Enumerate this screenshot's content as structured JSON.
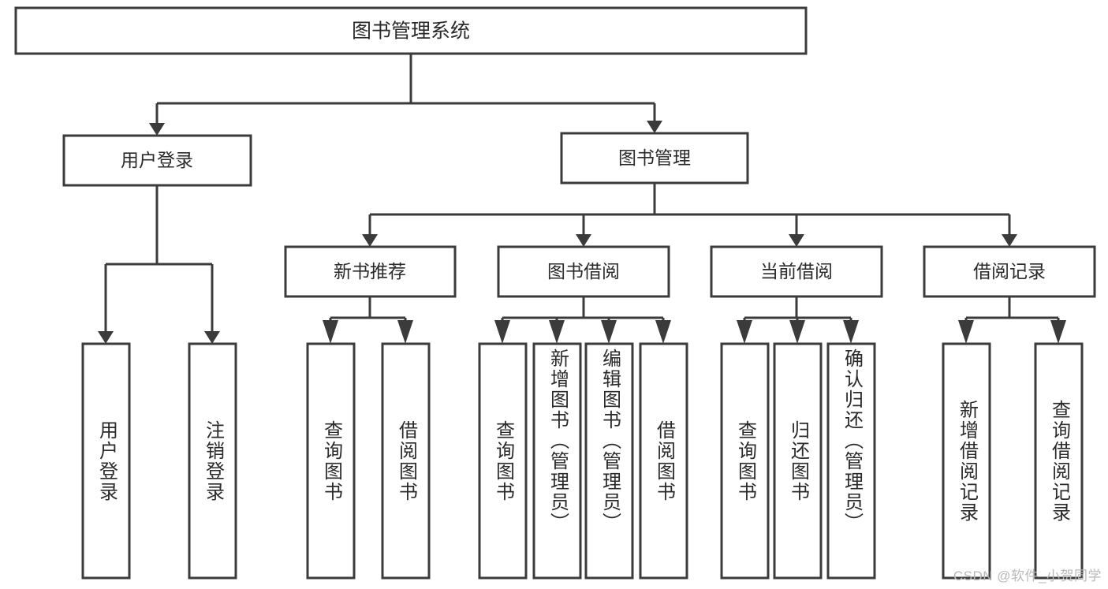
{
  "diagram": {
    "type": "hierarchy-tree",
    "title": "图书管理系统",
    "orientation": "top-down",
    "colors": {
      "box_stroke": "#3b3b3b",
      "box_fill": "#ffffff",
      "text": "#2a2a2a",
      "background": "#ffffff",
      "watermark": "#b9b9b9"
    },
    "root": {
      "label": "图书管理系统",
      "level": 1
    },
    "level2": [
      {
        "label": "用户登录",
        "level": 2
      },
      {
        "label": "图书管理",
        "level": 2
      }
    ],
    "level3": [
      {
        "label": "新书推荐",
        "level": 3,
        "parent": "图书管理"
      },
      {
        "label": "图书借阅",
        "level": 3,
        "parent": "图书管理"
      },
      {
        "label": "当前借阅",
        "level": 3,
        "parent": "图书管理"
      },
      {
        "label": "借阅记录",
        "level": 3,
        "parent": "图书管理"
      }
    ],
    "leaves": [
      {
        "label": "用户登录",
        "parent": "用户登录",
        "group": 0
      },
      {
        "label": "注销登录",
        "parent": "用户登录",
        "group": 0
      },
      {
        "label": "查询图书",
        "parent": "新书推荐",
        "group": 1
      },
      {
        "label": "借阅图书",
        "parent": "新书推荐",
        "group": 1
      },
      {
        "label": "查询图书",
        "parent": "图书借阅",
        "group": 2
      },
      {
        "label": "新增图书（管理员）",
        "parent": "图书借阅",
        "group": 2
      },
      {
        "label": "编辑图书（管理员）",
        "parent": "图书借阅",
        "group": 2
      },
      {
        "label": "借阅图书",
        "parent": "图书借阅",
        "group": 2
      },
      {
        "label": "查询图书",
        "parent": "当前借阅",
        "group": 3
      },
      {
        "label": "归还图书",
        "parent": "当前借阅",
        "group": 3
      },
      {
        "label": "确认归还（管理员）",
        "parent": "当前借阅",
        "group": 3
      },
      {
        "label": "新增借阅记录",
        "parent": "借阅记录",
        "group": 4
      },
      {
        "label": "查询借阅记录",
        "parent": "借阅记录",
        "group": 4
      }
    ]
  },
  "watermark": {
    "text": "CSDN @软件_小贺同学"
  }
}
